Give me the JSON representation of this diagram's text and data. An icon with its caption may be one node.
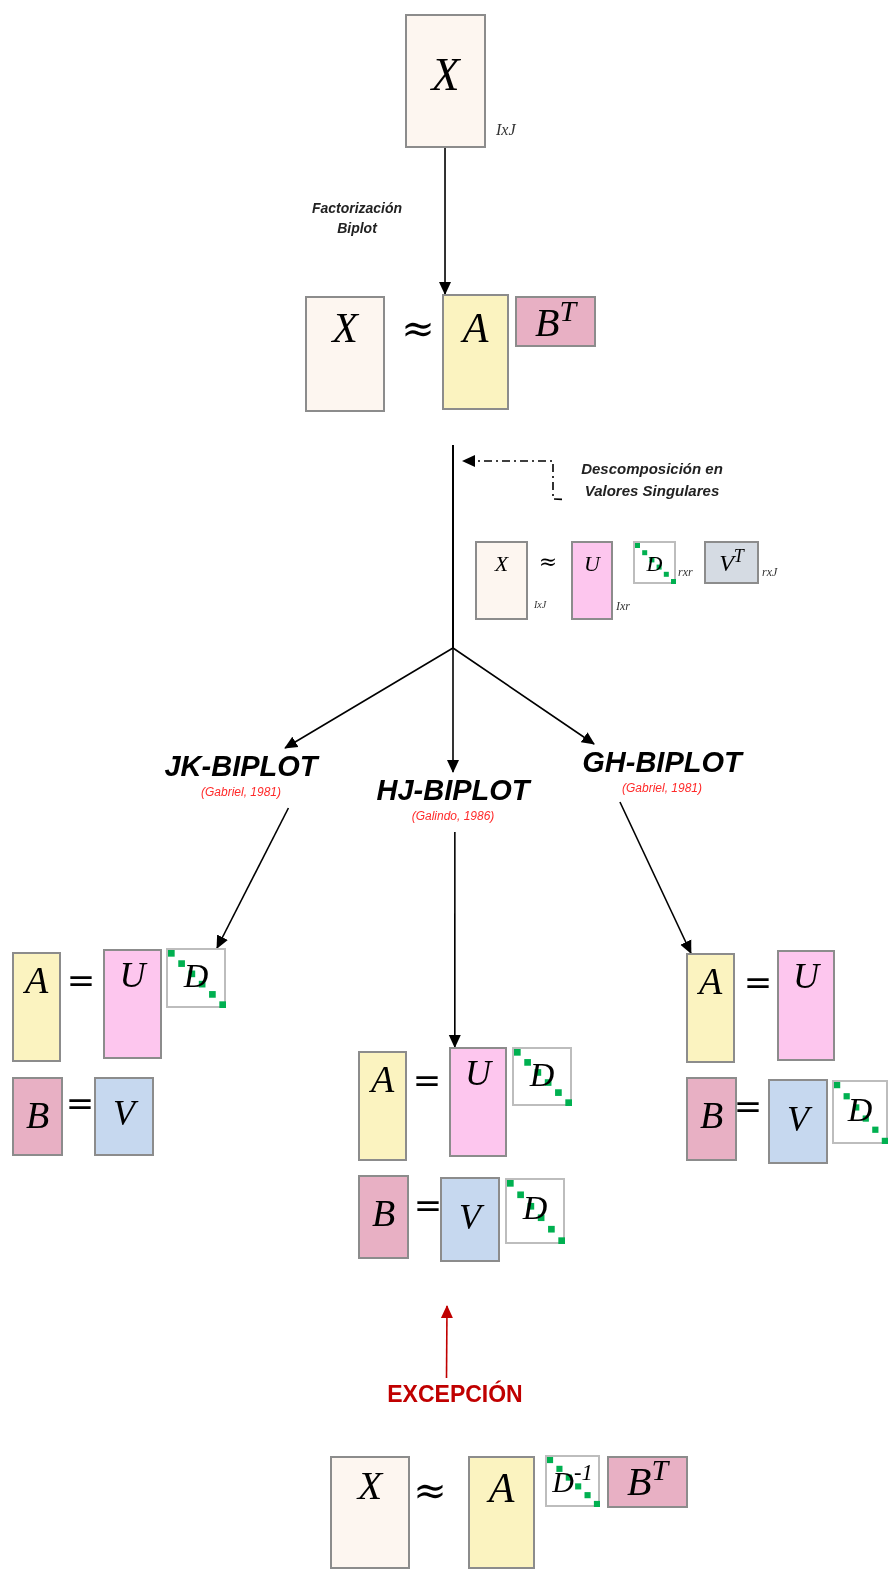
{
  "diagram": {
    "nodes": [
      {
        "text": [
          "X"
        ],
        "beside": [
          "IxJ"
        ]
      },
      {
        "text": [
          "X"
        ]
      },
      {
        "text": [
          "A"
        ]
      },
      {
        "text": [
          "B$^{T}$"
        ]
      },
      {
        "text": [
          "Descomposición en Valores Singulares"
        ]
      },
      {
        "text": [
          "X"
        ],
        "beside": [
          "IxJ"
        ]
      },
      {
        "text": [
          "U"
        ],
        "beside": [
          "Ixr"
        ]
      },
      {
        "text": [
          "D"
        ],
        "beside": [
          "rxr"
        ]
      },
      {
        "text": [
          "V$^{T}$"
        ],
        "beside": [
          "rxJ"
        ]
      },
      {
        "text": [
          "JK-BIPLOT",
          "(Gabriel, 1981)"
        ]
      },
      {
        "text": [
          "HJ-BIPLOT",
          "(Galindo, 1986)"
        ]
      },
      {
        "text": [
          "GH-BIPLOT",
          "(Gabriel, 1981)"
        ]
      },
      {
        "text": [
          "A"
        ]
      },
      {
        "text": [
          "U"
        ]
      },
      {
        "text": [
          "D"
        ]
      },
      {
        "text": [
          "B"
        ]
      },
      {
        "text": [
          "V"
        ]
      },
      {
        "text": [
          "A"
        ]
      },
      {
        "text": [
          "U"
        ]
      },
      {
        "text": [
          "D"
        ]
      },
      {
        "text": [
          "B"
        ]
      },
      {
        "text": [
          "V"
        ]
      },
      {
        "text": [
          "D"
        ]
      },
      {
        "text": [
          "A"
        ]
      },
      {
        "text": [
          "U"
        ]
      },
      {
        "text": [
          "B"
        ]
      },
      {
        "text": [
          "V"
        ]
      },
      {
        "text": [
          "D"
        ]
      },
      {
        "text": [
          "EXCEPCIÓN"
        ]
      },
      {
        "text": [
          "X"
        ]
      },
      {
        "text": [
          "A"
        ]
      },
      {
        "text": [
          "D$^{-1}$"
        ]
      },
      {
        "text": [
          "B$^{T}$"
        ]
      }
    ],
    "edges": [
      {
        "from": 0,
        "to": 2,
        "arrow": "to",
        "label": "Factorización Biplot"
      },
      {
        "from": 4,
        "to": null,
        "arrow": "to",
        "style": "dashed"
      },
      {
        "from": null,
        "to": 9,
        "arrow": "to"
      },
      {
        "from": null,
        "to": 10,
        "arrow": "to"
      },
      {
        "from": null,
        "to": 11,
        "arrow": "to"
      },
      {
        "from": 9,
        "to": 14,
        "arrow": "to"
      },
      {
        "from": 10,
        "to": 18,
        "arrow": "to"
      },
      {
        "from": 11,
        "to": 23,
        "arrow": "to"
      },
      {
        "from": 28,
        "to": null,
        "arrow": "to",
        "color": "#c00000"
      }
    ],
    "labels": [
      "≈",
      "≈",
      "=",
      "=",
      "=",
      "=",
      "=",
      "=",
      "≈"
    ]
  }
}
